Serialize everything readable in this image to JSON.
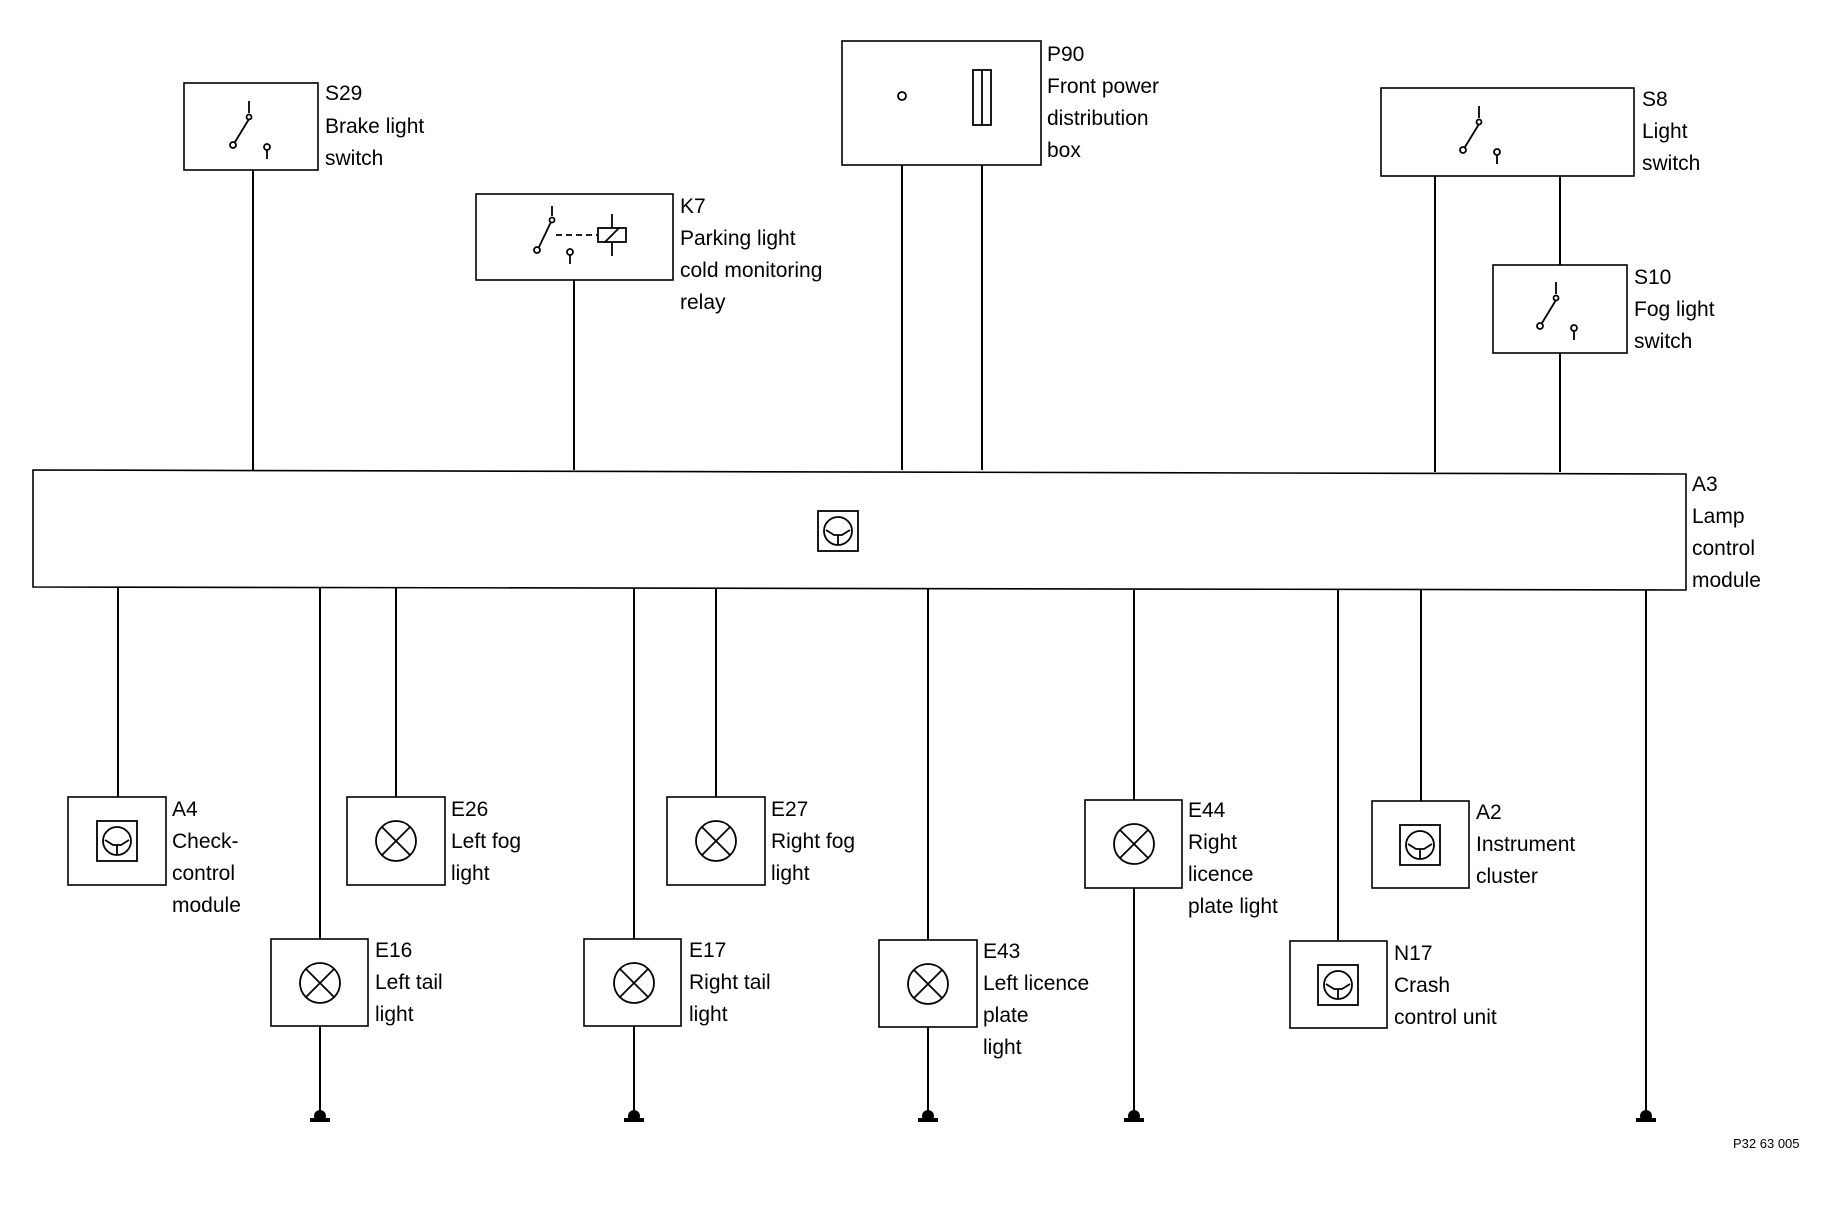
{
  "components": {
    "s29": {
      "code": "S29",
      "lines": [
        "Brake light",
        "switch"
      ]
    },
    "k7": {
      "code": "K7",
      "lines": [
        "Parking light",
        "cold monitoring",
        "relay"
      ]
    },
    "p90": {
      "code": "P90",
      "lines": [
        "Front power",
        "distribution",
        "box"
      ]
    },
    "s8": {
      "code": "S8",
      "lines": [
        "Light",
        "switch"
      ]
    },
    "s10": {
      "code": "S10",
      "lines": [
        "Fog light",
        "switch"
      ]
    },
    "a3": {
      "code": "A3",
      "lines": [
        "Lamp",
        "control",
        "module"
      ]
    },
    "a4": {
      "code": "A4",
      "lines": [
        "Check-",
        "control",
        "module"
      ]
    },
    "e26": {
      "code": "E26",
      "lines": [
        "Left fog",
        "light"
      ]
    },
    "e27": {
      "code": "E27",
      "lines": [
        "Right fog",
        "light"
      ]
    },
    "e44": {
      "code": "E44",
      "lines": [
        "Right",
        "licence",
        "plate light"
      ]
    },
    "a2": {
      "code": "A2",
      "lines": [
        "Instrument",
        "cluster"
      ]
    },
    "e16": {
      "code": "E16",
      "lines": [
        "Left tail",
        "light"
      ]
    },
    "e17": {
      "code": "E17",
      "lines": [
        "Right tail",
        "light"
      ]
    },
    "e43": {
      "code": "E43",
      "lines": [
        "Left licence",
        "plate",
        "light"
      ]
    },
    "n17": {
      "code": "N17",
      "lines": [
        "Crash",
        "control unit"
      ]
    }
  },
  "figure_id": "P32 63 005"
}
